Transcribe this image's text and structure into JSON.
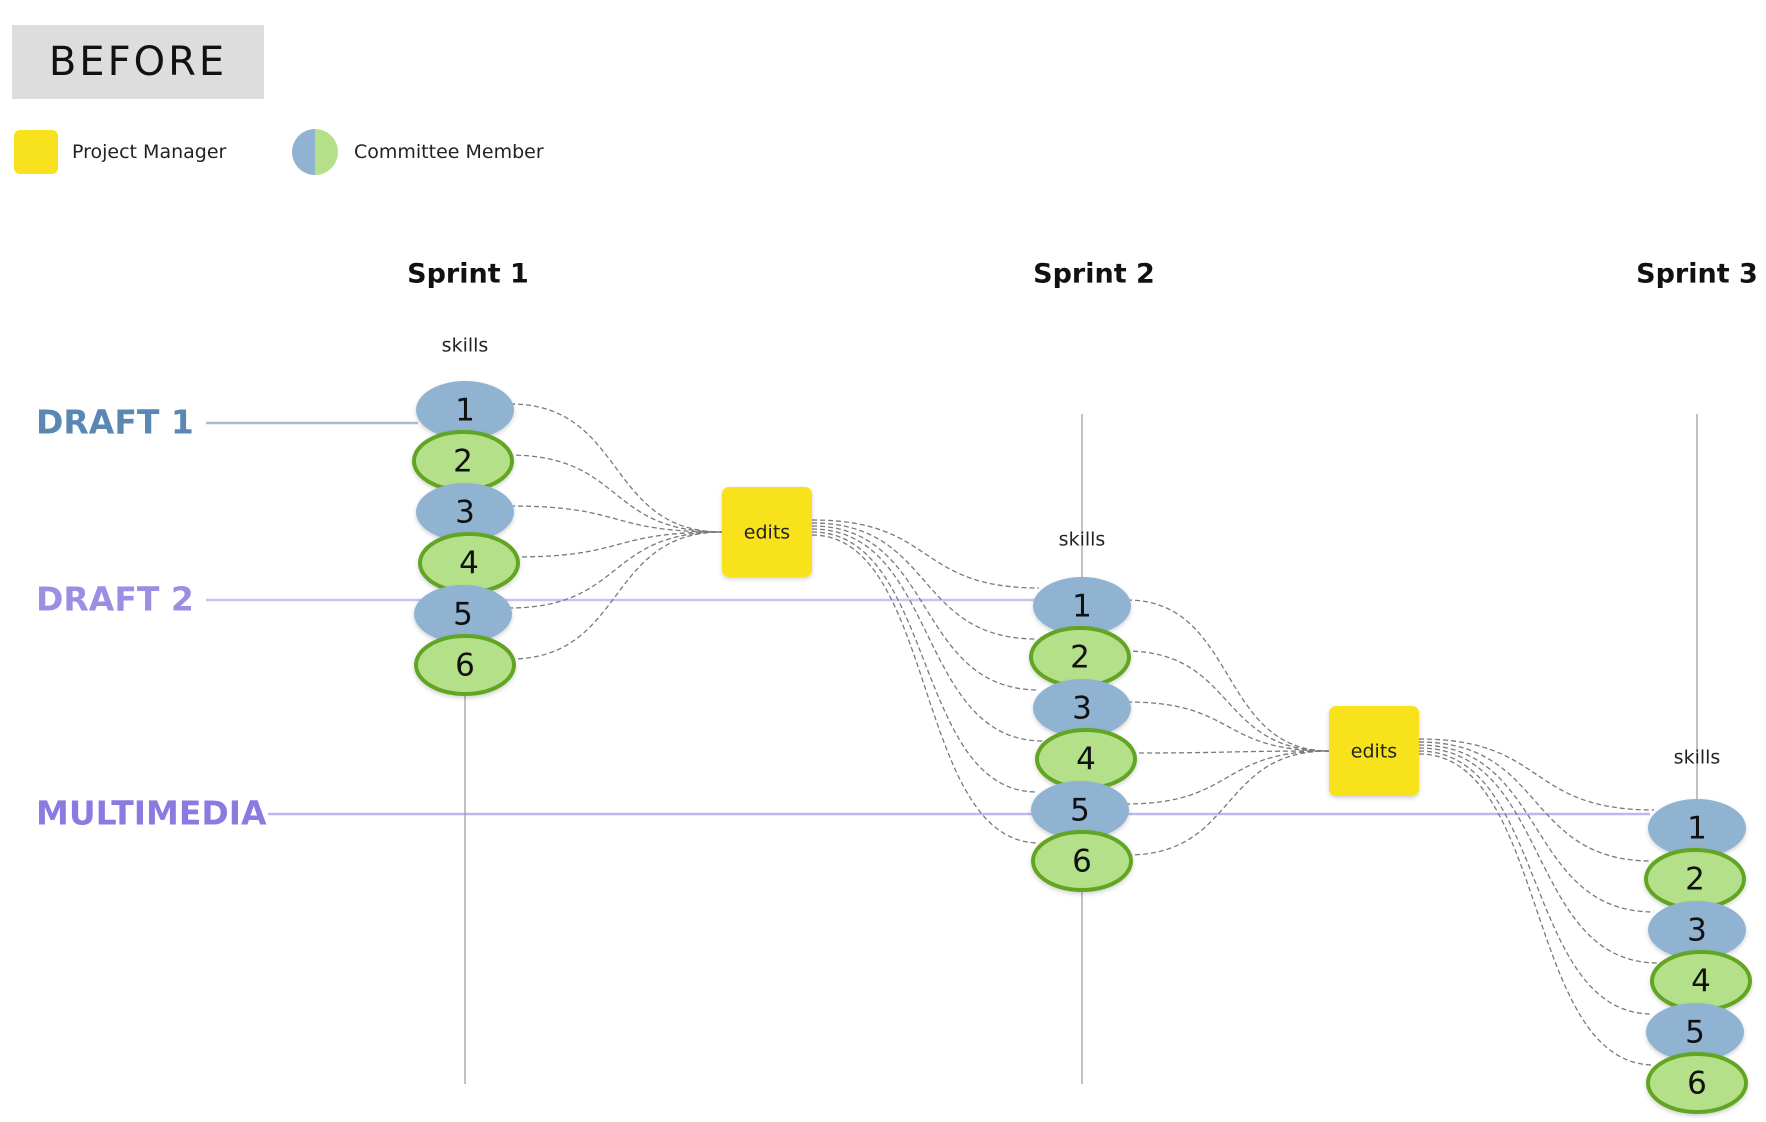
{
  "header": {
    "title": "BEFORE"
  },
  "legend": {
    "project_manager": "Project Manager",
    "committee_member": "Committee Member"
  },
  "colors": {
    "project_manager": "#f7e21d",
    "member_blue": "#8fb3d1",
    "member_green": "#b5e08a",
    "member_green_outline": "#62a523",
    "draft1": "#5a88b3",
    "draft2": "#9d8ee3",
    "multimedia": "#8b7be0",
    "connector": "#7a7a7a",
    "axis": "#999999"
  },
  "tracks": [
    {
      "label": "DRAFT 1",
      "color_key": "draft1"
    },
    {
      "label": "DRAFT 2",
      "color_key": "draft2"
    },
    {
      "label": "MULTIMEDIA",
      "color_key": "multimedia"
    }
  ],
  "sprints": [
    {
      "title": "Sprint 1",
      "skills_label": "skills",
      "members": [
        "1",
        "2",
        "3",
        "4",
        "5",
        "6"
      ],
      "edits_label": "edits"
    },
    {
      "title": "Sprint 2",
      "skills_label": "skills",
      "members": [
        "1",
        "2",
        "3",
        "4",
        "5",
        "6"
      ],
      "edits_label": "edits"
    },
    {
      "title": "Sprint 3",
      "skills_label": "skills",
      "members": [
        "1",
        "2",
        "3",
        "4",
        "5",
        "6"
      ]
    }
  ]
}
